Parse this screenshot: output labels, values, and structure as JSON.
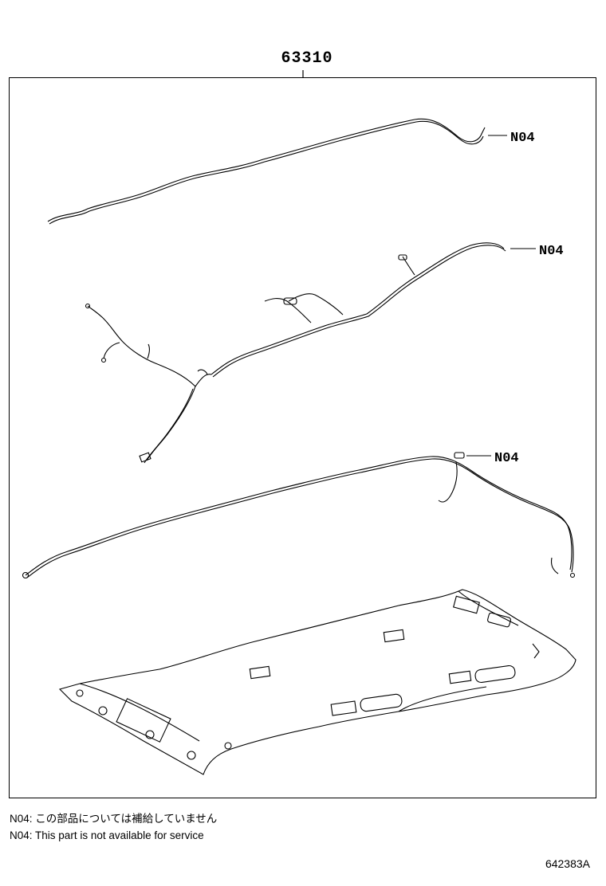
{
  "diagram": {
    "part_number": "63310",
    "callouts": [
      "N04",
      "N04",
      "N04"
    ]
  },
  "notes": [
    {
      "code": "N04:",
      "text": "この部品については補給していません"
    },
    {
      "code": "N04:",
      "text": "This part is not available for service"
    }
  ],
  "reference_code": "642383A"
}
